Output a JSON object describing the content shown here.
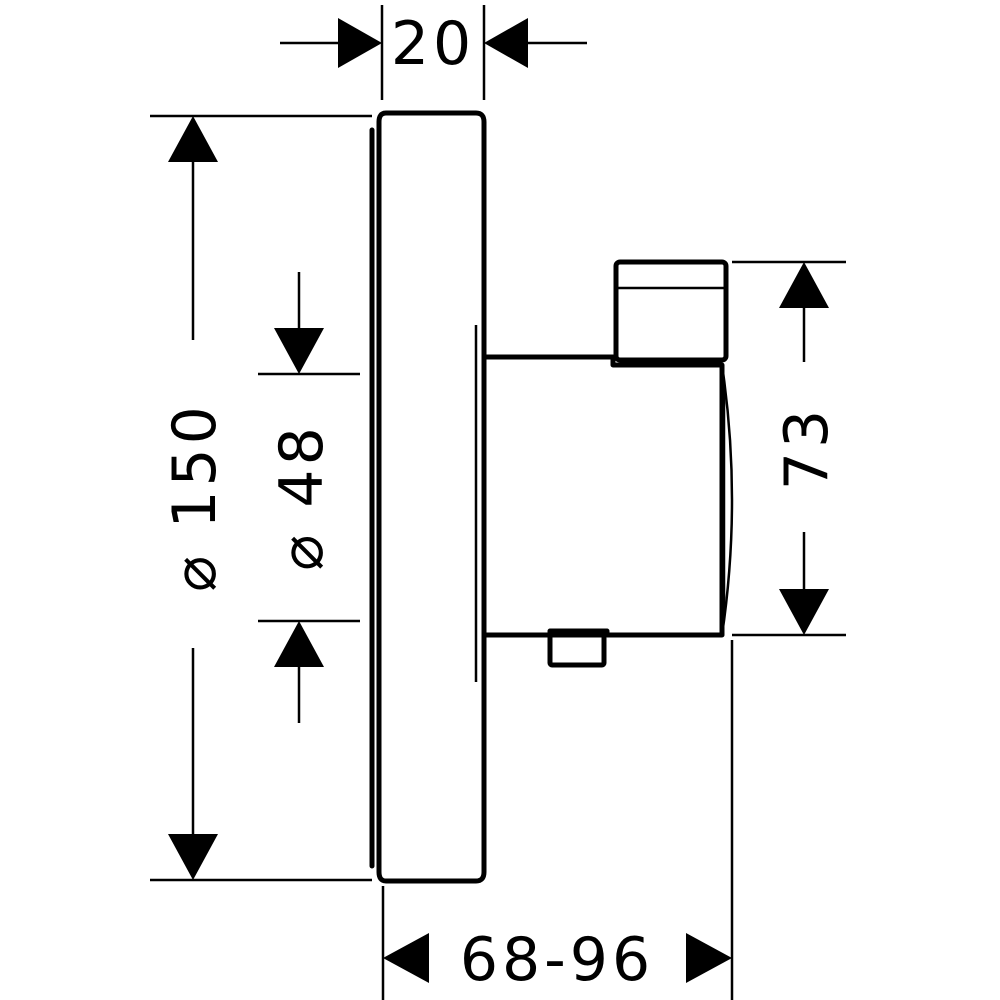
{
  "dimensions": {
    "width_top": "20",
    "height_left": "⌀ 150",
    "inner_diameter": "⌀ 48",
    "height_right": "73",
    "depth_bottom": "68-96"
  },
  "colors": {
    "line": "#000000",
    "background": "#ffffff"
  }
}
